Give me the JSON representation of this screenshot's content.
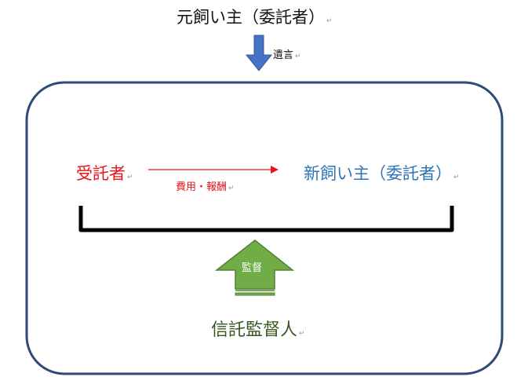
{
  "top_label": "元飼い主（委託者）",
  "bequest_label": "遺言",
  "trustee_label": "受託者",
  "fee_label": "費用・報酬",
  "new_owner_label": "新飼い主（委託者）",
  "supervision_label": "監督",
  "supervisor_label": "信託監督人",
  "paragraph_mark": "↵",
  "colors": {
    "frame": "#2f4a7a",
    "down_arrow": "#4472c4",
    "red": "#e8131b",
    "blue": "#2e74b5",
    "green_arrow": "#70ad47",
    "green_text": "#385723",
    "bracket": "#000000"
  }
}
